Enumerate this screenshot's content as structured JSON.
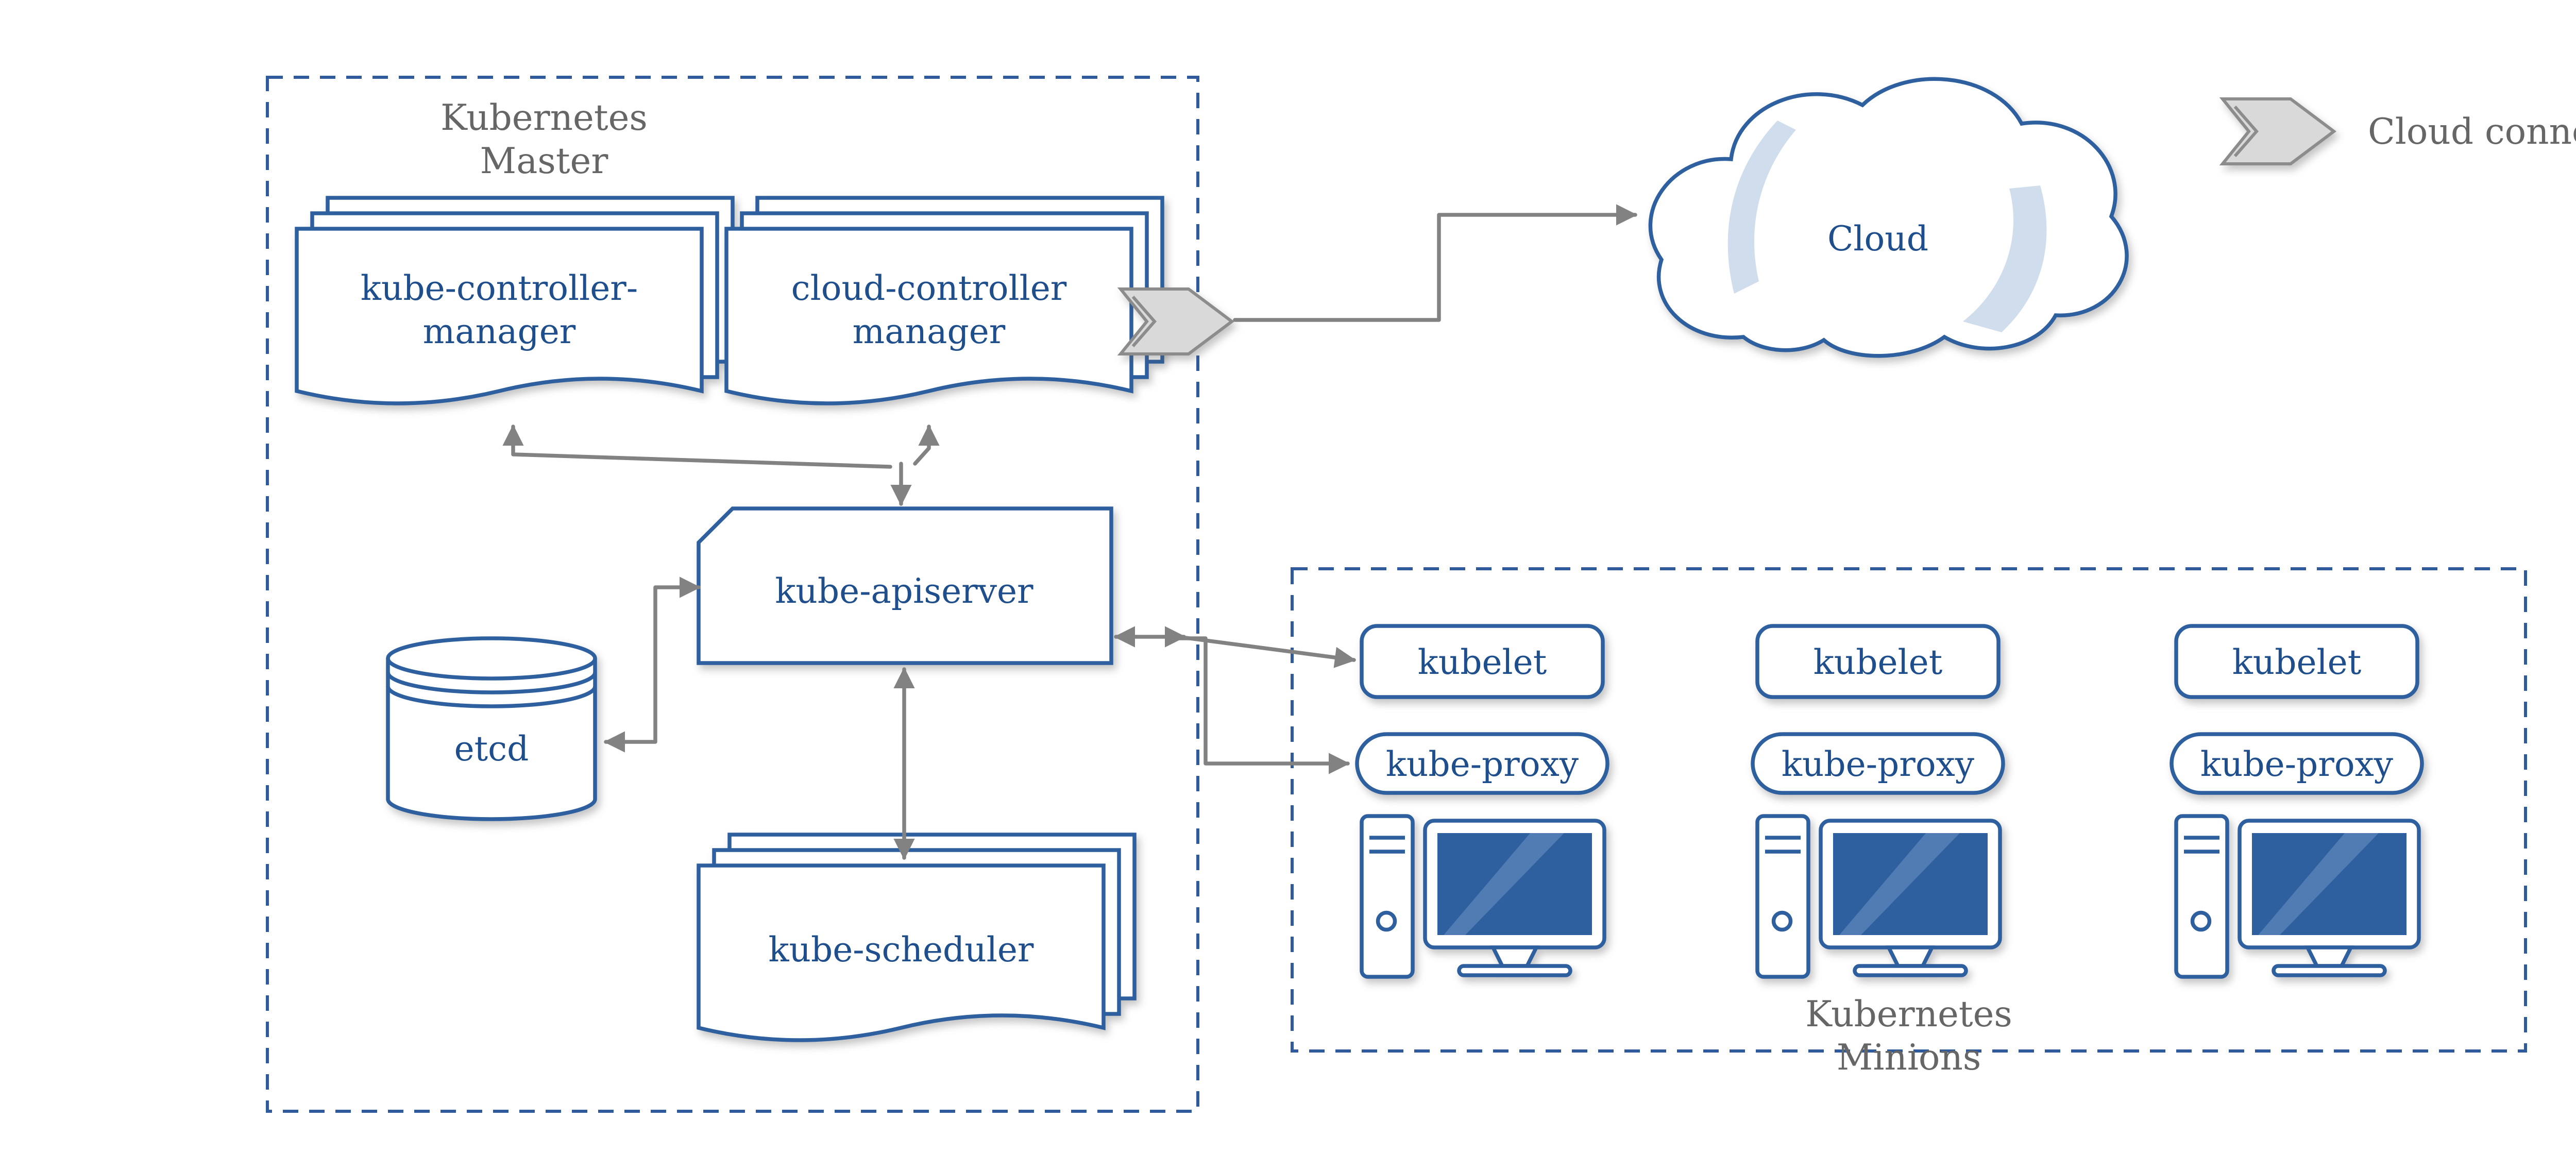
{
  "colors": {
    "node_blue": "#2e5f9e",
    "text_blue": "#1f4e8c",
    "gray_text": "#666666",
    "arrow_gray": "#828282",
    "connector_fill": "#d9d9d9",
    "connector_stroke": "#8c8c8c",
    "screen_blue": "#2e5f9e",
    "swoosh_blue": "#cfdded",
    "dashed_border": "#2f5b9d"
  },
  "master": {
    "title_line1": "Kubernetes",
    "title_line2": "Master",
    "kube_controller_manager_line1": "kube-controller-",
    "kube_controller_manager_line2": "manager",
    "cloud_controller_manager_line1": "cloud-controller",
    "cloud_controller_manager_line2": "manager",
    "kube_apiserver": "kube-apiserver",
    "etcd": "etcd",
    "kube_scheduler": "kube-scheduler"
  },
  "cloud": {
    "label": "Cloud"
  },
  "legend": {
    "label": "Cloud connector"
  },
  "minions": {
    "title_line1": "Kubernetes",
    "title_line2": "Minions",
    "nodes": [
      {
        "kubelet": "kubelet",
        "kube_proxy": "kube-proxy"
      },
      {
        "kubelet": "kubelet",
        "kube_proxy": "kube-proxy"
      },
      {
        "kubelet": "kubelet",
        "kube_proxy": "kube-proxy"
      }
    ]
  }
}
